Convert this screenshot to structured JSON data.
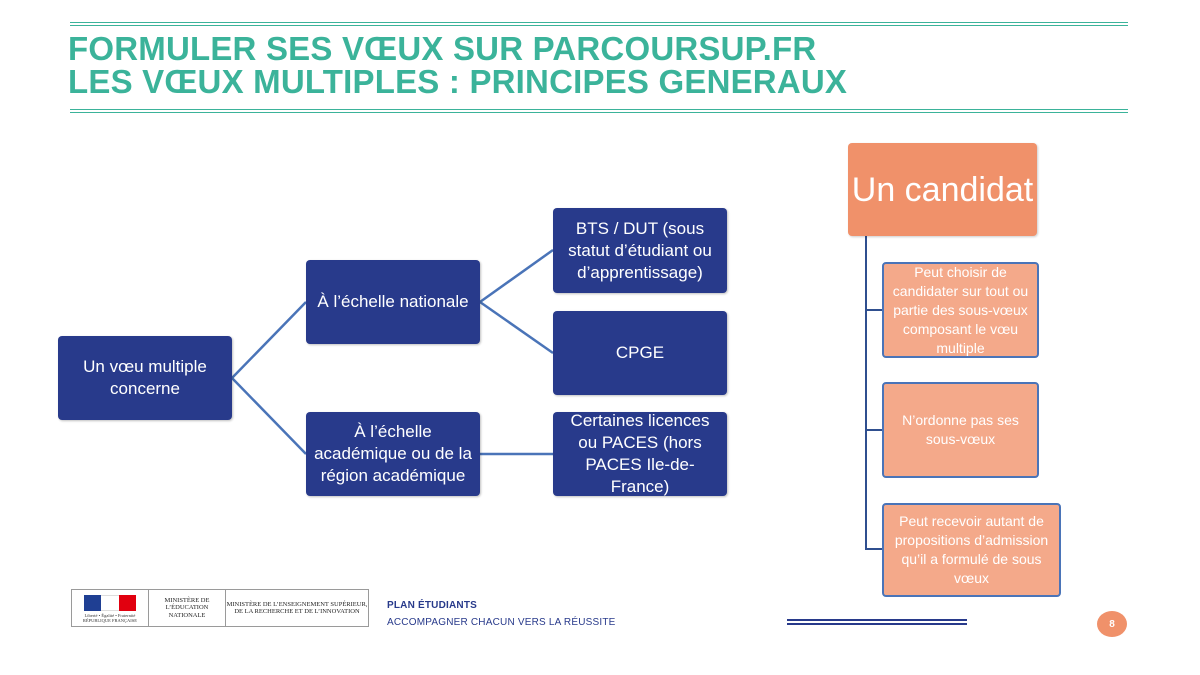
{
  "header": {
    "title_line1": "FORMULER SES VŒUX SUR PARCOURSUP.FR",
    "title_line2": "LES VŒUX MULTIPLES : PRINCIPES GENERAUX"
  },
  "diagram": {
    "root": "Un vœu multiple concerne",
    "national": "À l’échelle nationale",
    "academic": "À l’échelle académique ou de la région académique",
    "bts_dut": "BTS / DUT (sous statut d’étudiant ou d’apprentissage)",
    "cpge": "CPGE",
    "licences": "Certaines licences ou PACES (hors PACES Ile-de-France)"
  },
  "candidate": {
    "title": "Un candidat",
    "items": [
      "Peut choisir de candidater sur tout ou partie des sous-vœux composant le vœu multiple",
      "N’ordonne pas ses sous-vœux",
      "Peut recevoir autant de propositions d’admission qu’il a formulé de sous vœux"
    ]
  },
  "footer": {
    "flag_caption": "Liberté • Égalité • Fraternité RÉPUBLIQUE FRANÇAISE",
    "ministry1": "MINISTÈRE DE L’ÉDUCATION NATIONALE",
    "ministry2": "MINISTÈRE DE L’ENSEIGNEMENT SUPÉRIEUR, DE LA RECHERCHE ET DE L’INNOVATION",
    "plan_title": "PLAN ÉTUDIANTS",
    "plan_subtitle": "ACCOMPAGNER CHACUN VERS LA RÉUSSITE",
    "page_number": "8"
  },
  "colors": {
    "title_teal": "#3bb39a",
    "node_navy": "#283a8b",
    "candidate_orange": "#f0916a",
    "sub_orange": "#f4a98a",
    "sub_border_blue": "#4a74b8",
    "flag_blue": "#1f3f93",
    "flag_red": "#e1000f"
  }
}
